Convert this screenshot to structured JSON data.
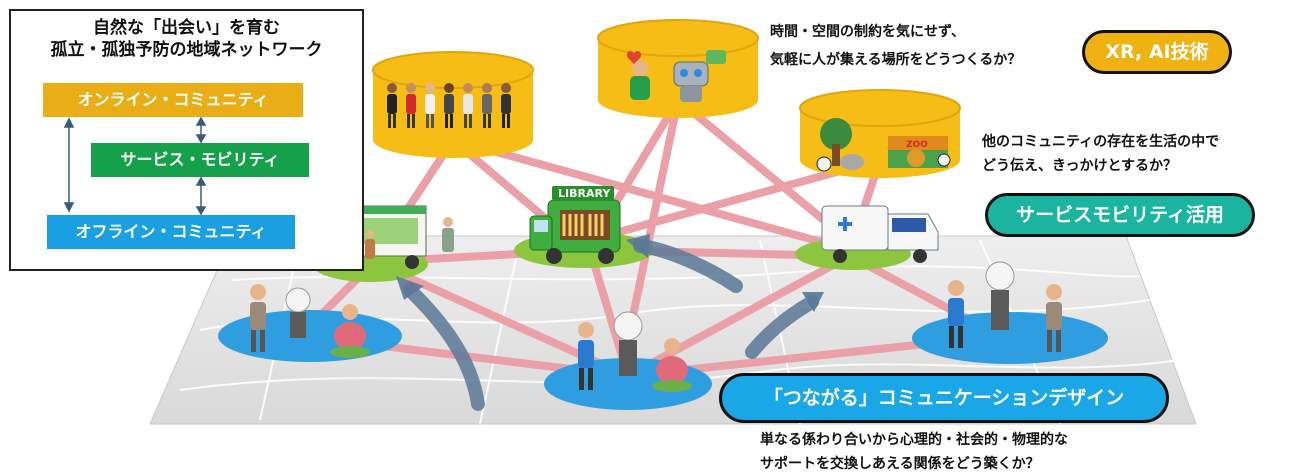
{
  "legend": {
    "title_line1": "自然な「出会い」を育む",
    "title_line2": "孤立・孤独予防の地域ネットワーク",
    "online": "オンライン・コミュニティ",
    "service": "サービス・モビリティ",
    "offline": "オフライン・コミュニティ"
  },
  "questions": {
    "xr_line1": "時間・空間の制約を気にせず、",
    "xr_line2": "気軽に人が集える場所をどうつくるか？",
    "mobility_line1": "他のコミュニティの存在を生活の中で",
    "mobility_line2": "どう伝え、きっかけとするか？",
    "comm_line1": "単なる係わり合いから心理的・社会的・物理的な",
    "comm_line2": "サポートを交換しあえる関係をどう築くか？"
  },
  "pills": {
    "xr": "XR, AI技術",
    "mobility": "サービスモビリティ活用",
    "communication": "「つながる」コミュニケーションデザイン"
  },
  "badges": {
    "library": "LIBRARY",
    "zoo": "ZOO"
  },
  "colors": {
    "online": "#e9ae16",
    "service": "#15a04a",
    "offline": "#1aa0e0",
    "cylinder": "#f6bd16",
    "link": "#eaa0a6",
    "green_pad": "#8cc63f",
    "blue_pad": "#2e9ee0",
    "pill_xr": "#f0b211",
    "pill_mobility": "#1bb49e",
    "pill_comm": "#1aa7e8"
  },
  "icons": [
    "avatar-group-icon",
    "chat-robot-icon",
    "zoo-animals-icon",
    "food-truck-icon",
    "library-bus-icon",
    "medical-van-icon",
    "lightbulb-robot-icon",
    "person-icon",
    "arrow-icon"
  ]
}
